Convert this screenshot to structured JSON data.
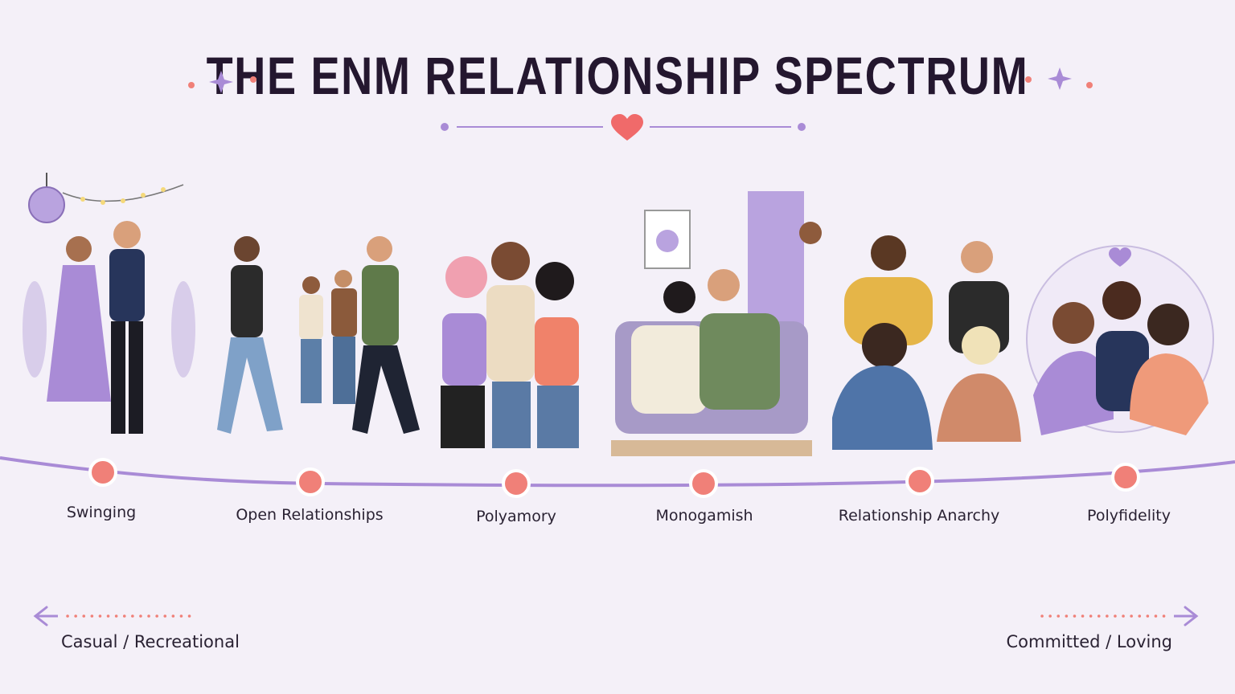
{
  "title": "THE ENM RELATIONSHIP SPECTRUM",
  "colors": {
    "background": "#f4f0f8",
    "accent_purple": "#a98bd6",
    "accent_coral": "#f08078",
    "title_ink": "#24172f"
  },
  "stages": [
    {
      "label": "Swinging",
      "illustration": "couple dancing at party"
    },
    {
      "label": "Open Relationships",
      "illustration": "people walking and chatting"
    },
    {
      "label": "Polyamory",
      "illustration": "triad holding hands"
    },
    {
      "label": "Monogamish",
      "illustration": "couple on sofa with visitor at door"
    },
    {
      "label": "Relationship Anarchy",
      "illustration": "network of friends talking"
    },
    {
      "label": "Polyfidelity",
      "illustration": "closed triad embracing"
    }
  ],
  "ends": {
    "left": "Casual / Recreational",
    "right": "Committed / Loving"
  }
}
